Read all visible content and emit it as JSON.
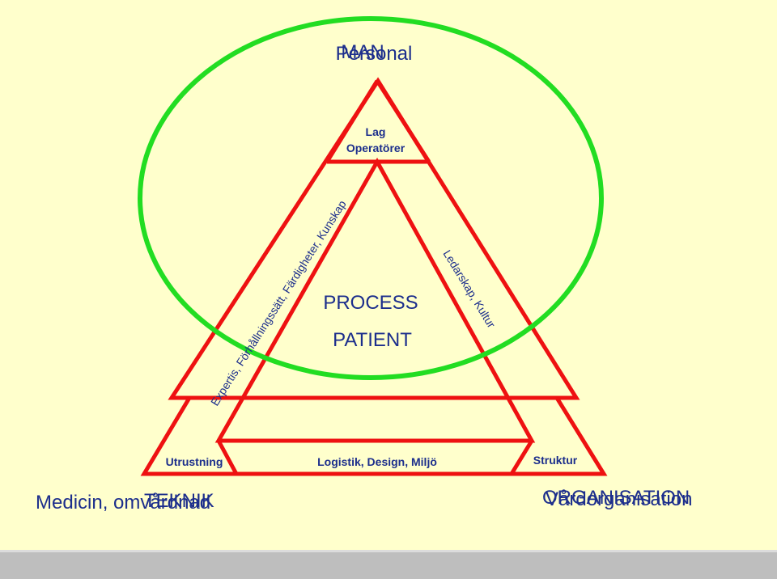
{
  "colors": {
    "background": "#FFFFCC",
    "triangle_stroke": "#EE1111",
    "ellipse_stroke": "#22DD22",
    "label_blue": "#1C2E8C",
    "footer": "#BEBEBE"
  },
  "top": {
    "title_a": "Personal",
    "title_b": "MAN",
    "line1": "Lag",
    "line2": "Operatörer"
  },
  "center": {
    "process": "PROCESS",
    "patient": "PATIENT"
  },
  "edges": {
    "left": "Expertis, Förhållningssätt, Färdigheter, Kunskap",
    "right": "Ledarskap, Kultur",
    "bottom": "Logistik, Design, Miljö"
  },
  "corners": {
    "bottom_left": "Utrustning",
    "bottom_right": "Struktur"
  },
  "bottom_left_title": {
    "a": "Medicin, omvårdnad",
    "b": "TEKNIK"
  },
  "bottom_right_title": {
    "a": "Vårdorganisation",
    "b": "ORGANISATION"
  }
}
